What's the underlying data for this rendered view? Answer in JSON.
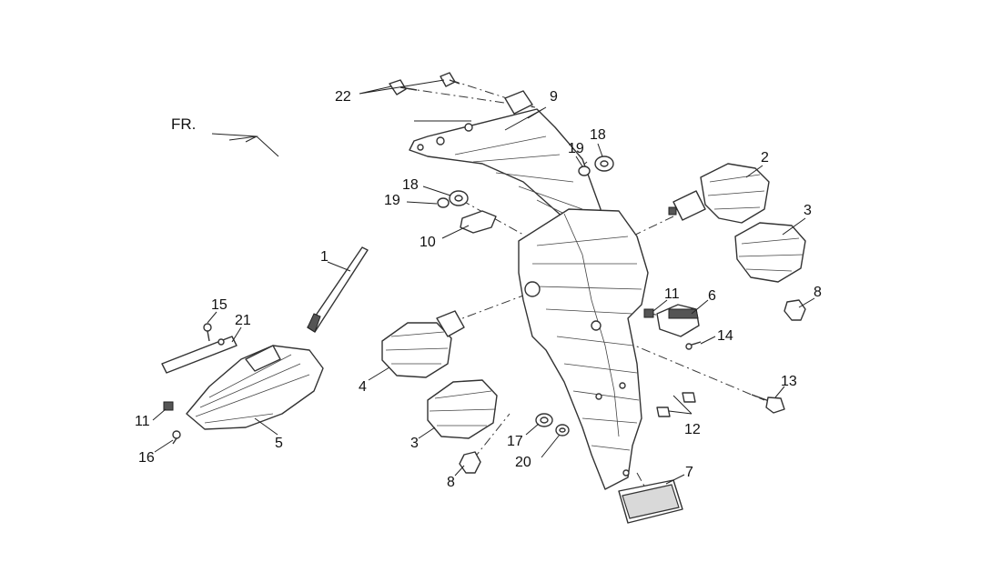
{
  "direction_label": "FR.",
  "callouts": [
    {
      "id": "c22",
      "text": "22"
    },
    {
      "id": "c9",
      "text": "9"
    },
    {
      "id": "c18a",
      "text": "18"
    },
    {
      "id": "c19a",
      "text": "19"
    },
    {
      "id": "c18b",
      "text": "18"
    },
    {
      "id": "c19b",
      "text": "19"
    },
    {
      "id": "c10",
      "text": "10"
    },
    {
      "id": "c2",
      "text": "2"
    },
    {
      "id": "c3a",
      "text": "3"
    },
    {
      "id": "c8a",
      "text": "8"
    },
    {
      "id": "c1",
      "text": "1"
    },
    {
      "id": "c15",
      "text": "15"
    },
    {
      "id": "c21",
      "text": "21"
    },
    {
      "id": "c11a",
      "text": "11"
    },
    {
      "id": "c6",
      "text": "6"
    },
    {
      "id": "c14",
      "text": "14"
    },
    {
      "id": "c4",
      "text": "4"
    },
    {
      "id": "c13",
      "text": "13"
    },
    {
      "id": "c11b",
      "text": "11"
    },
    {
      "id": "c5",
      "text": "5"
    },
    {
      "id": "c16",
      "text": "16"
    },
    {
      "id": "c3b",
      "text": "3"
    },
    {
      "id": "c17",
      "text": "17"
    },
    {
      "id": "c12",
      "text": "12"
    },
    {
      "id": "c20",
      "text": "20"
    },
    {
      "id": "c7",
      "text": "7"
    },
    {
      "id": "c8b",
      "text": "8"
    }
  ]
}
